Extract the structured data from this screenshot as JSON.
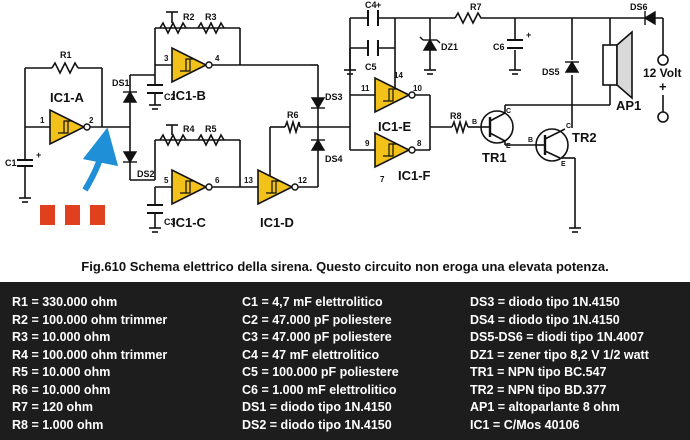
{
  "schematic": {
    "labels": {
      "ic1a": "IC1-A",
      "ic1b": "IC1-B",
      "ic1c": "IC1-C",
      "ic1d": "IC1-D",
      "ic1e": "IC1-E",
      "ic1f": "IC1-F",
      "r1": "R1",
      "r2": "R2",
      "r3": "R3",
      "r4": "R4",
      "r5": "R5",
      "r6": "R6",
      "r7": "R7",
      "r8": "R8",
      "c1": "C1",
      "c2": "C2",
      "c3": "C3",
      "c4": "C4",
      "c5": "C5",
      "c6": "C6",
      "ds1": "DS1",
      "ds2": "DS2",
      "ds3": "DS3",
      "ds4": "DS4",
      "ds5": "DS5",
      "ds6": "DS6",
      "dz1": "DZ1",
      "tr1": "TR1",
      "tr2": "TR2",
      "ap1": "AP1",
      "supply": "12 Volt",
      "b": "B",
      "c": "C",
      "e": "E",
      "plus": "+",
      "pin1": "1",
      "pin2": "2",
      "pin3": "3",
      "pin4": "4",
      "pin5": "5",
      "pin6": "6",
      "pin7": "7",
      "pin8": "8",
      "pin9": "9",
      "pin10": "10",
      "pin11": "11",
      "pin12": "12",
      "pin13": "13",
      "pin14": "14"
    }
  },
  "caption": "Fig.610 Schema elettrico della sirena. Questo circuito non eroga una elevata potenza.",
  "parts_list": {
    "col1": [
      "R1 = 330.000 ohm",
      "R2 = 100.000 ohm trimmer",
      "R3 = 10.000 ohm",
      "R4 = 100.000 ohm trimmer",
      "R5 = 10.000 ohm",
      "R6 = 10.000 ohm",
      "R7 = 120 ohm",
      "R8 = 1.000 ohm"
    ],
    "col2": [
      "C1 = 4,7 mF elettrolitico",
      "C2 = 47.000 pF poliestere",
      "C3 = 47.000 pF poliestere",
      "C4 = 47 mF elettrolitico",
      "C5 = 100.000 pF poliestere",
      "C6 = 1.000 mF elettrolitico",
      "DS1 = diodo tipo 1N.4150",
      "DS2 = diodo tipo 1N.4150"
    ],
    "col3": [
      "DS3 = diodo tipo 1N.4150",
      "DS4 = diodo tipo 1N.4150",
      "DS5-DS6 = diodi tipo 1N.4007",
      "DZ1 = zener tipo 8,2 V 1/2 watt",
      "TR1 = NPN tipo BC.547",
      "TR2 = NPN tipo BD.377",
      "AP1 = altoparlante 8 ohm",
      "IC1 = C/Mos 40106"
    ]
  },
  "colors": {
    "wire": "#111111",
    "gate_fill": "#f2c21b",
    "arrow": "#1f8fd8",
    "pulse": "#e0401e",
    "panel_bg": "#1d1d1d",
    "panel_text": "#ffffff"
  }
}
